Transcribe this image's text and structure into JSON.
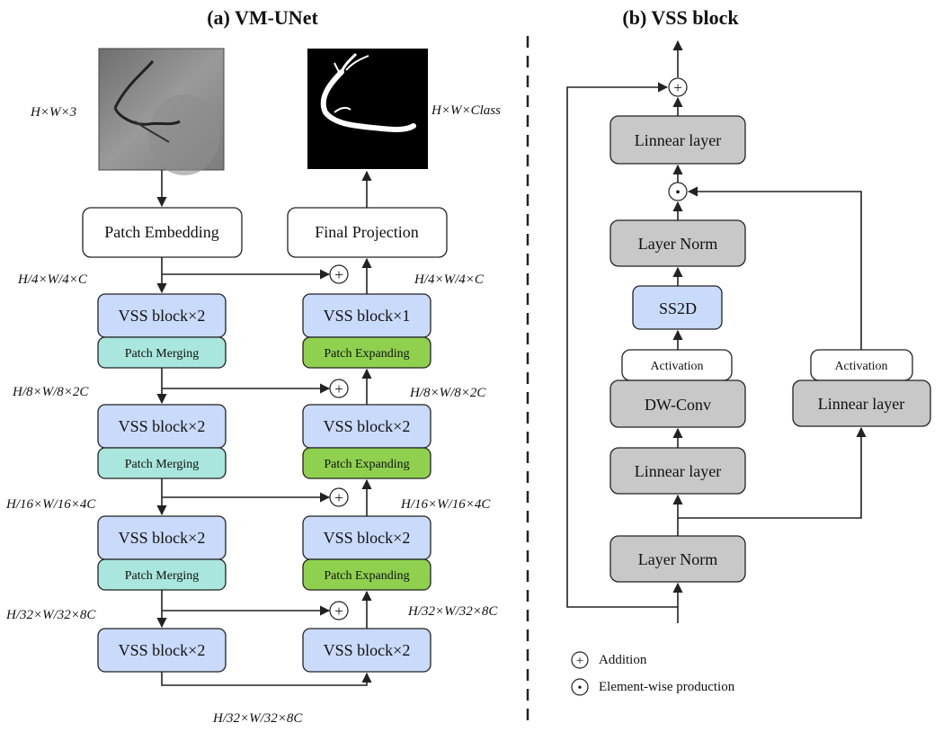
{
  "titles": {
    "left": "(a) VM-UNet",
    "right": "(b) VSS block"
  },
  "images": {
    "input_label": "H×W×3",
    "output_label": "H×W×Class"
  },
  "encoder": {
    "patch_embedding": "Patch Embedding",
    "stages": [
      {
        "dim": "H/4×W/4×C",
        "vss": "VSS block×2",
        "merge": "Patch Merging"
      },
      {
        "dim": "H/8×W/8×2C",
        "vss": "VSS block×2",
        "merge": "Patch Merging"
      },
      {
        "dim": "H/16×W/16×4C",
        "vss": "VSS block×2",
        "merge": "Patch Merging"
      },
      {
        "dim": "H/32×W/32×8C",
        "vss": "VSS block×2"
      }
    ]
  },
  "decoder": {
    "final_projection": "Final Projection",
    "stages": [
      {
        "dim": "H/4×W/4×C",
        "vss": "VSS block×1",
        "expand": "Patch Expanding"
      },
      {
        "dim": "H/8×W/8×2C",
        "vss": "VSS block×2",
        "expand": "Patch Expanding"
      },
      {
        "dim": "H/16×W/16×4C",
        "vss": "VSS block×2",
        "expand": "Patch Expanding"
      },
      {
        "dim": "H/32×W/32×8C",
        "vss": "VSS block×2"
      }
    ],
    "bottom_dim": "H/32×W/32×8C"
  },
  "vss_block": {
    "linear_top": "Linnear layer",
    "layer_norm_top": "Layer Norm",
    "ss2d": "SS2D",
    "activation_left": "Activation",
    "dwconv": "DW-Conv",
    "linear_mid": "Linnear layer",
    "layer_norm_bottom": "Layer Norm",
    "activation_right": "Activation",
    "linear_right": "Linnear layer"
  },
  "symbols": {
    "plus": "+",
    "dot": "•"
  },
  "legend": {
    "addition": "Addition",
    "elementwise": "Element-wise production"
  },
  "colors": {
    "vss_block": "#c9dafa",
    "patch_merging": "#a9e6dd",
    "patch_expanding": "#8fd14f",
    "gray_layer": "#c8c8c8"
  }
}
